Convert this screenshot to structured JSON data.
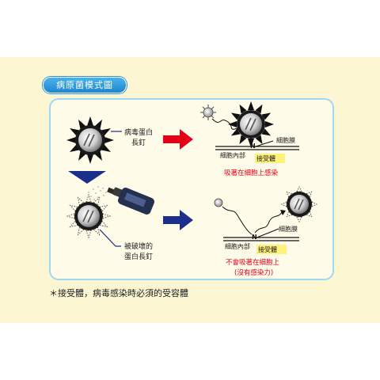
{
  "header": {
    "title": "病原菌模式圖"
  },
  "labels": {
    "spike": "病毒蛋白長釘",
    "spike_line1": "病毒蛋白",
    "spike_line2": "長釘",
    "broken_spike": "被破壞的蛋白長釘",
    "broken_line1": "被破壞的",
    "broken_line2": "蛋白長釘",
    "membrane": "細胞膜",
    "cell_inside": "細胞內部",
    "receptor": "接受體",
    "infect": "吸著在細胞上感染",
    "no_infect_line1": "不會吸著在細胞上",
    "no_infect_line2": "(沒有感染力)",
    "receptor_symbol": "N"
  },
  "footnote": "＊接受體，病毒感染時必須的受容體",
  "colors": {
    "red": "#e5001a",
    "navy": "#1d2f8c",
    "tag": "#1e86cf",
    "highlight": "#fff27a",
    "panel": "#fdf6d2"
  }
}
